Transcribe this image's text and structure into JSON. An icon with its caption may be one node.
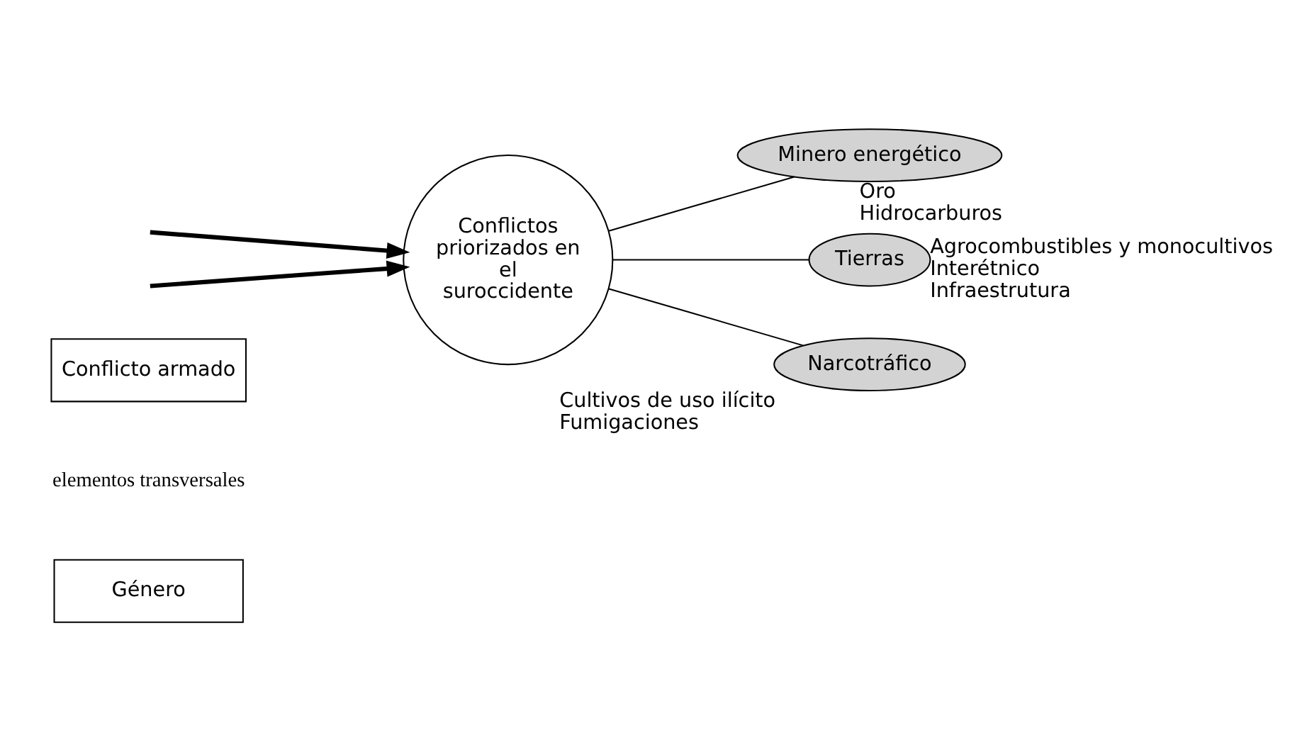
{
  "diagram": {
    "nodes": [
      {
        "text": [
          "Conflicto armado"
        ]
      },
      {
        "text": [
          "Género"
        ]
      },
      {
        "text": [
          "Conflictos priorizados en el suroccidente"
        ]
      },
      {
        "text": [
          "Minero energético"
        ],
        "beside": [
          "Oro",
          "Hidrocarburos"
        ]
      },
      {
        "text": [
          "Tierras"
        ],
        "beside": [
          "Agrocombustibles y monocultivos",
          "Interétnico",
          "Infraestrutura"
        ]
      },
      {
        "text": [
          "Narcotráfico"
        ],
        "beside": [
          "Cultivos de uso ilícito",
          "Fumigaciones"
        ]
      }
    ],
    "edges": [
      {
        "from": null,
        "to": 2,
        "arrow": "to",
        "style": "thick"
      },
      {
        "from": null,
        "to": 2,
        "arrow": "to",
        "style": "thick"
      },
      {
        "from": 2,
        "to": 3,
        "arrow": "none"
      },
      {
        "from": 2,
        "to": 4,
        "arrow": "none"
      },
      {
        "from": 2,
        "to": 5,
        "arrow": "none"
      }
    ],
    "labels": [
      "elementos transversales"
    ]
  }
}
